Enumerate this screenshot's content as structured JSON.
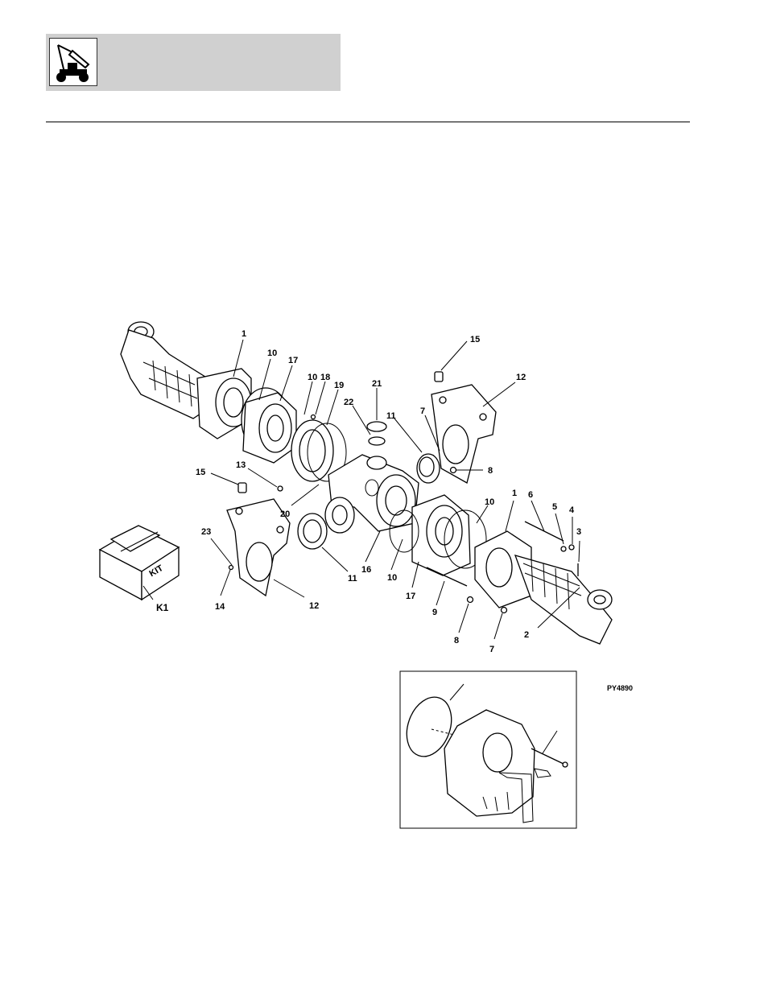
{
  "header": {
    "icon": "lift-truck-boom-icon"
  },
  "figure": {
    "id": "PY4890",
    "kit_label": "KIT",
    "callouts": {
      "c1a": "1",
      "c10a": "10",
      "c17a": "17",
      "c10b": "10",
      "c18": "18",
      "c19": "19",
      "c21": "21",
      "c22": "22",
      "c15a": "15",
      "c12a": "12",
      "c11a": "11",
      "c7a": "7",
      "c8a": "8",
      "c15b": "15",
      "c13": "13",
      "c20": "20",
      "c23": "23",
      "c14": "14",
      "c12b": "12",
      "c11b": "11",
      "c16": "16",
      "c10c": "10",
      "c17b": "17",
      "c9": "9",
      "c8b": "8",
      "c7b": "7",
      "c10d": "10",
      "c1b": "1",
      "c6": "6",
      "c5": "5",
      "c4": "4",
      "c3": "3",
      "c2": "2",
      "ck1": "K1"
    }
  }
}
